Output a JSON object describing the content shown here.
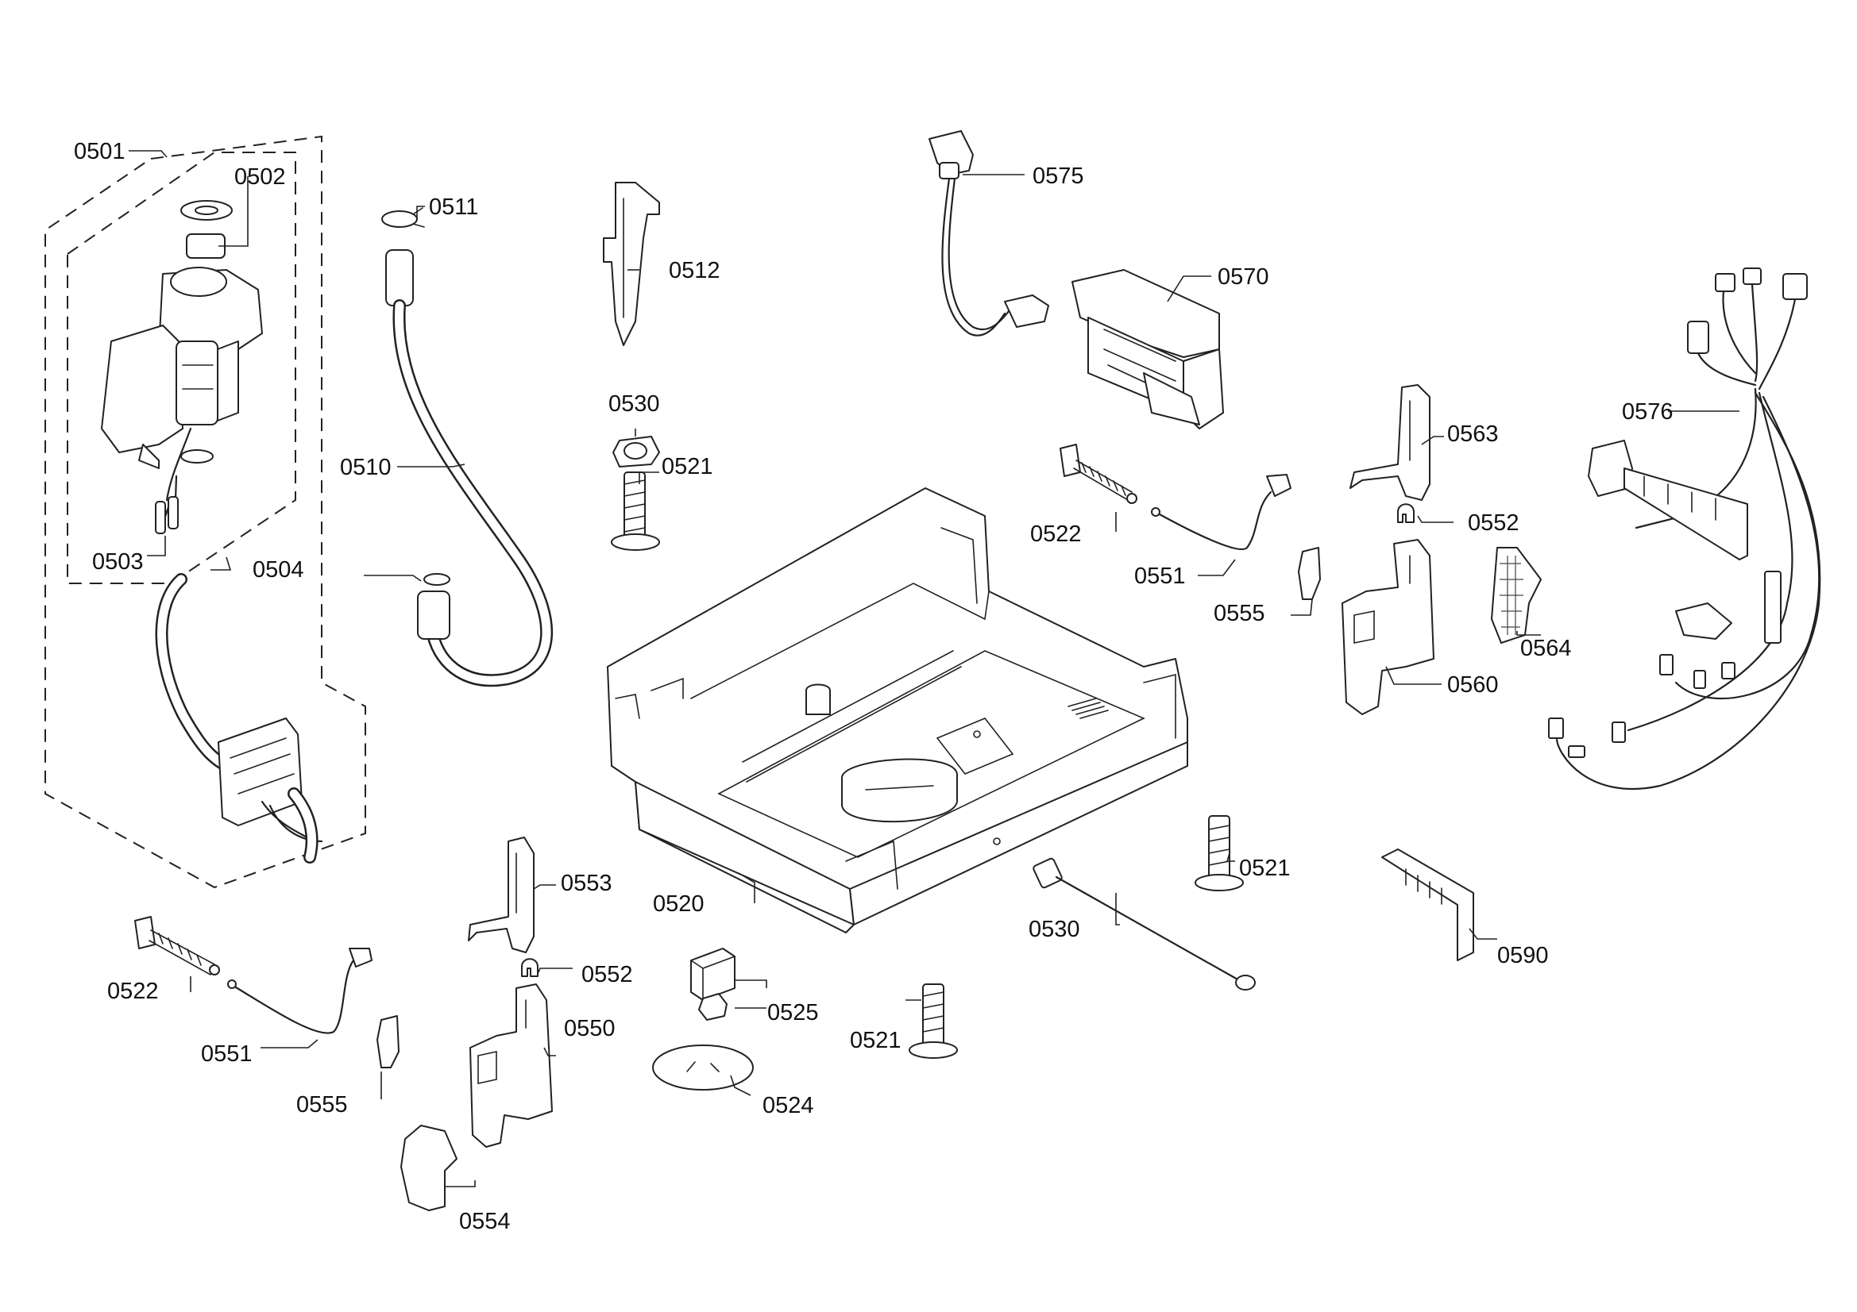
{
  "labels": {
    "p0501": "0501",
    "p0502": "0502",
    "p0503": "0503",
    "p0504": "0504",
    "p0510": "0510",
    "p0511": "0511",
    "p0512": "0512",
    "p0530a": "0530",
    "p0521a": "0521",
    "p0575": "0575",
    "p0570": "0570",
    "p0576": "0576",
    "p0563": "0563",
    "p0552a": "0552",
    "p0522a": "0522",
    "p0551a": "0551",
    "p0555a": "0555",
    "p0564": "0564",
    "p0560": "0560",
    "p0553": "0553",
    "p0520": "0520",
    "p0521b": "0521",
    "p0530b": "0530",
    "p0590": "0590",
    "p0522b": "0522",
    "p0552b": "0552",
    "p0551b": "0551",
    "p0550": "0550",
    "p0525": "0525",
    "p0521c": "0521",
    "p0555b": "0555",
    "p0524": "0524",
    "p0554": "0554"
  },
  "colors": {
    "line": "#222222",
    "background": "#ffffff"
  }
}
